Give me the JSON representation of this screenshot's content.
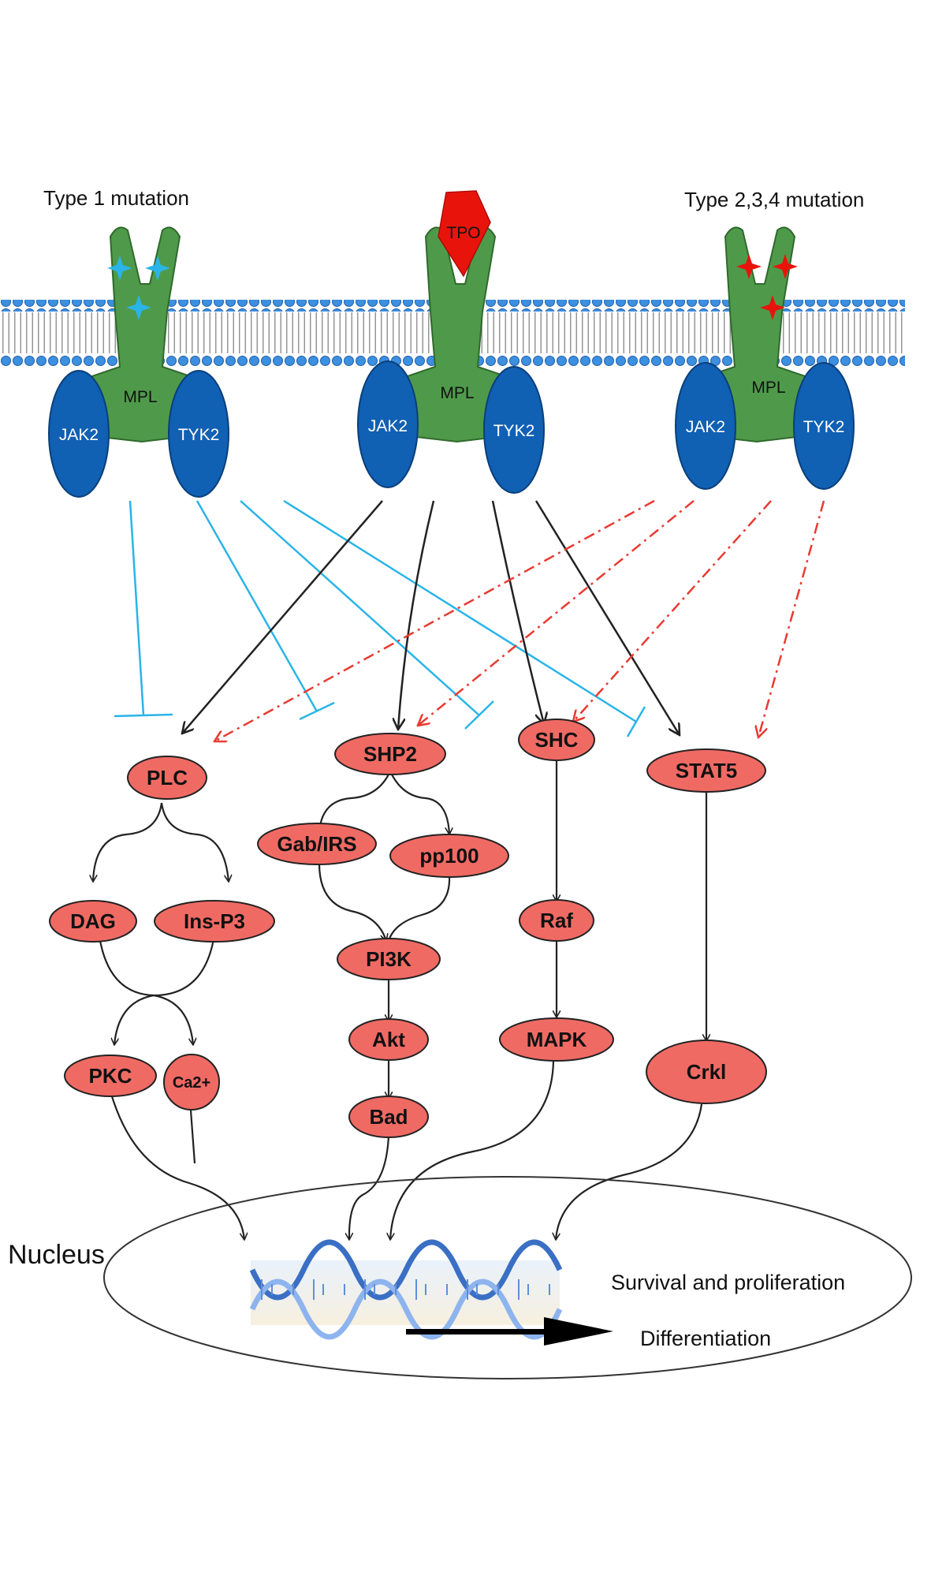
{
  "receptors": {
    "left_title": "Type 1 mutation",
    "right_title": "Type 2,3,4 mutation",
    "ligand": "TPO",
    "receptor": "MPL",
    "kinase_a": "JAK2",
    "kinase_b": "TYK2"
  },
  "nodes": {
    "plc": "PLC",
    "shp2": "SHP2",
    "shc": "SHC",
    "stat5": "STAT5",
    "dag": "DAG",
    "insp3": "Ins-P3",
    "gab": "Gab/IRS",
    "pp100": "pp100",
    "pi3k": "PI3K",
    "akt": "Akt",
    "bad": "Bad",
    "raf": "Raf",
    "mapk": "MAPK",
    "pkc": "PKC",
    "ca": "Ca2+",
    "crkl": "Crkl"
  },
  "nucleus": {
    "label": "Nucleus",
    "outcome_1": "Survival and proliferation",
    "outcome_2": "Differentiation"
  },
  "colors": {
    "receptor_green": "#4f9a4a",
    "kinase_blue": "#1060b4",
    "node_red": "#f06a64",
    "inhibit_cyan": "#2ab4e8",
    "mutant_arrow_red": "#e83a32",
    "ligand_red": "#e8140c",
    "membrane_blue": "#3d8fe0"
  }
}
